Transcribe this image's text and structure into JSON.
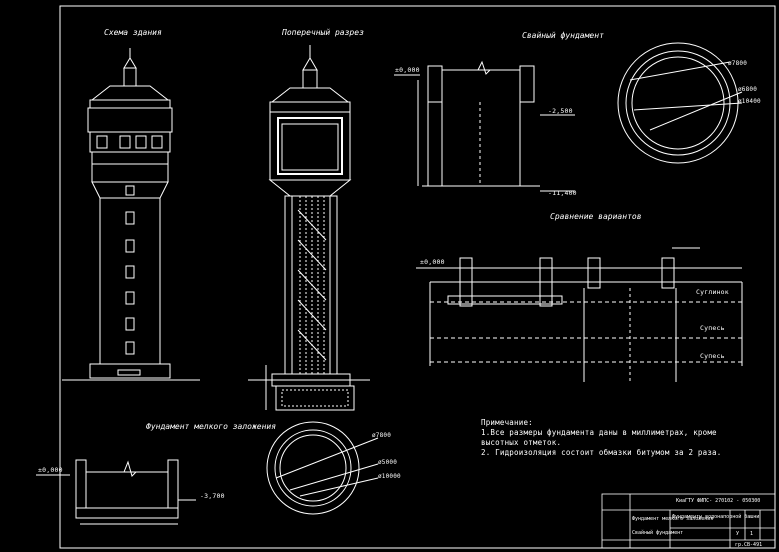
{
  "titles": {
    "scheme": "Схема здания",
    "section": "Поперечный разрез",
    "pile": "Свайный фундамент",
    "compare": "Сравнение вариантов",
    "shallow": "Фундамент мелкого заложения"
  },
  "levels": {
    "zero_pile": "±0,000",
    "minus_2500": "-2,500",
    "minus_11400": "-11,400",
    "zero_compare": "±0,000",
    "zero_shallow": "±0,000",
    "minus_3700": "-3,700"
  },
  "dims": {
    "d7800": "ø7800",
    "d6800": "ø6800",
    "d10400": "ø10400",
    "d7800b": "ø7800",
    "d5000": "ø5000",
    "d10000": "ø10000"
  },
  "soils": [
    "Суглинок",
    "Супесь",
    "Супесь"
  ],
  "notes": {
    "heading": "Примечание:",
    "line1": "1.Все размеры фундамента даны в миллиметрах, кроме",
    "line2": "высотных отметок.",
    "line3": "2. Гидроизоляция состоит обмазки битумом за 2 раза."
  },
  "title_block": {
    "code": "КиаГТУ ФИПС- 270102 - 050300",
    "name": "Фундаменты водонапорной башни",
    "sheet1": "Фундамент мелкого заложения",
    "sheet2": "Свайный фундамент",
    "stage": "У",
    "sheet": "1",
    "group": "гр.СВ-491"
  }
}
